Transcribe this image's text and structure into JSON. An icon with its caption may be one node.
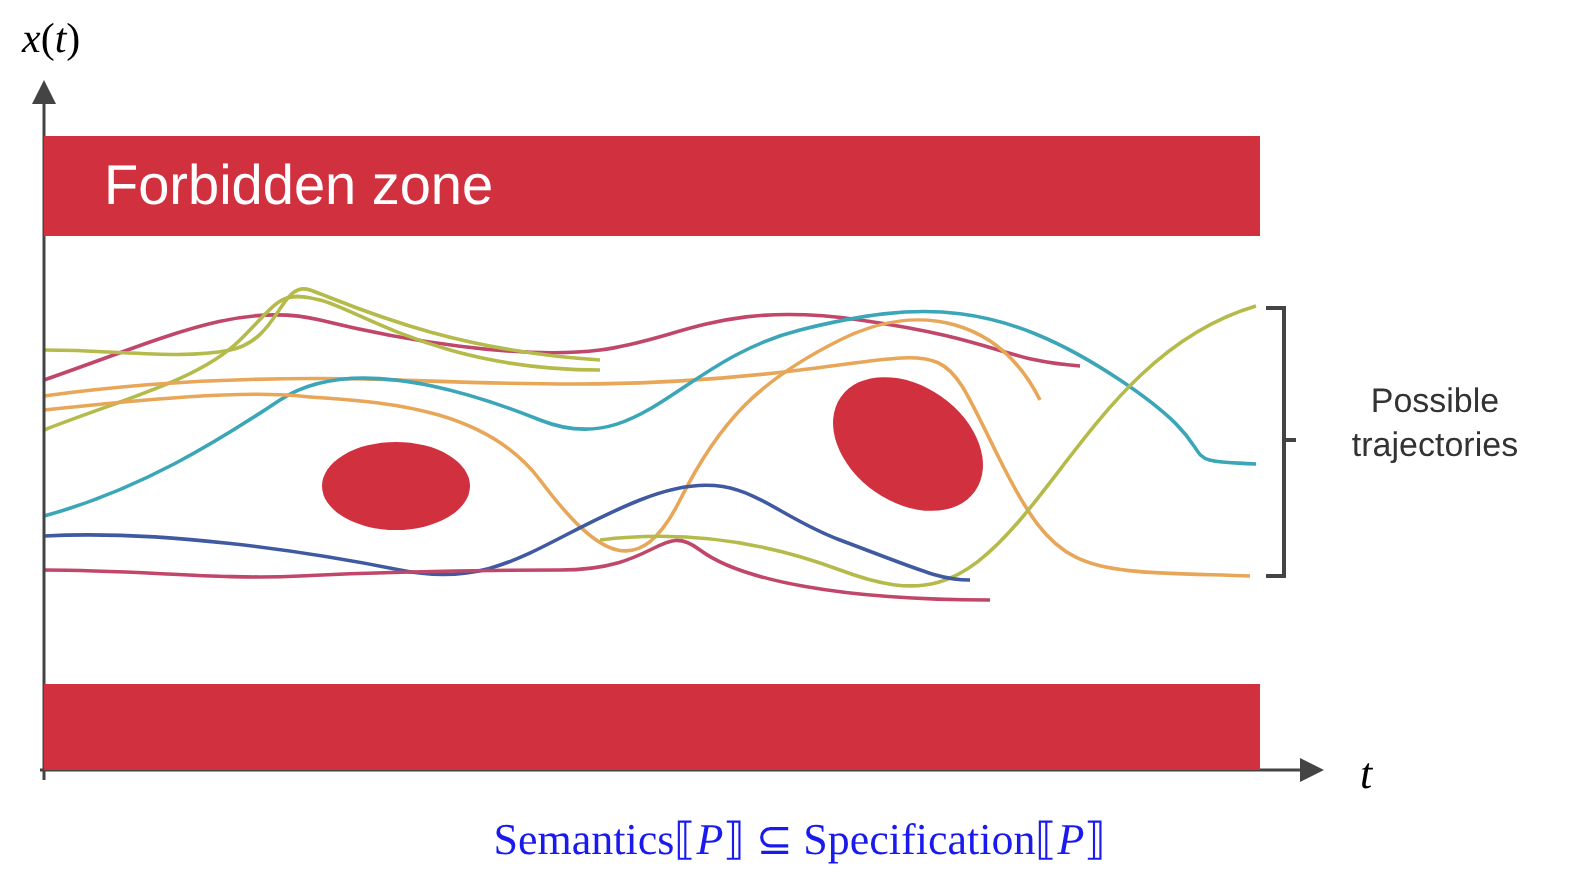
{
  "diagram": {
    "caption": "Semantics⟦*P*⟧ ⊆ Specification⟦*P*⟧",
    "nodes": [
      {
        "text": [
          "Forbidden zone"
        ]
      },
      {
        "text": [],
        "shape": "ellipse"
      },
      {
        "text": [],
        "shape": "ellipse"
      },
      {
        "text": [],
        "shape": "bar"
      }
    ],
    "labels": [
      "*x*(*t*)",
      "t",
      "Possible trajectories"
    ]
  }
}
